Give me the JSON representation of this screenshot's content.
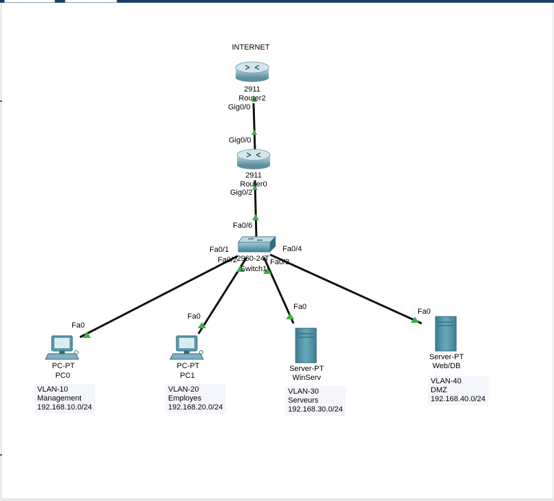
{
  "cloud_label": "INTERNET",
  "devices": {
    "router2": {
      "model": "2911",
      "name": "Router2"
    },
    "router0": {
      "model": "2911",
      "name": "Router0"
    },
    "switch1": {
      "model": "2960-24T",
      "name": "Switch1"
    },
    "pc0": {
      "model": "PC-PT",
      "name": "PC0"
    },
    "pc1": {
      "model": "PC-PT",
      "name": "PC1"
    },
    "winserv": {
      "model": "Server-PT",
      "name": "WinServ"
    },
    "webdb": {
      "model": "Server-PT",
      "name": "Web/DB"
    }
  },
  "ports": {
    "r2_gig": "Gig0/0",
    "r0_gig_up": "Gig0/0",
    "r0_gig_down": "Gig0/2",
    "sw_fa06": "Fa0/6",
    "sw_fa01": "Fa0/1",
    "sw_fa02": "Fa0/2",
    "sw_fa03": "Fa0/3",
    "sw_fa04": "Fa0/4",
    "pc0_fa0": "Fa0",
    "pc1_fa0": "Fa0",
    "winserv_fa0": "Fa0",
    "webdb_fa0": "Fa0"
  },
  "notes": {
    "vlan10": {
      "vlan": "VLAN-10",
      "name": "Management",
      "subnet": "192.168.10.0/24"
    },
    "vlan20": {
      "vlan": "VLAN-20",
      "name": "Employes",
      "subnet": "192.168.20.0/24"
    },
    "vlan30": {
      "vlan": "VLAN-30",
      "name": "Serveurs",
      "subnet": "192.168.30.0/24"
    },
    "vlan40": {
      "vlan": "VLAN-40",
      "name": "DMZ",
      "subnet": "192.168.40.0/24"
    }
  },
  "colors": {
    "link": "#111111",
    "link_up": "#3fae49",
    "device": "#4b8ea3",
    "note_bg": "#f4f6fb"
  }
}
